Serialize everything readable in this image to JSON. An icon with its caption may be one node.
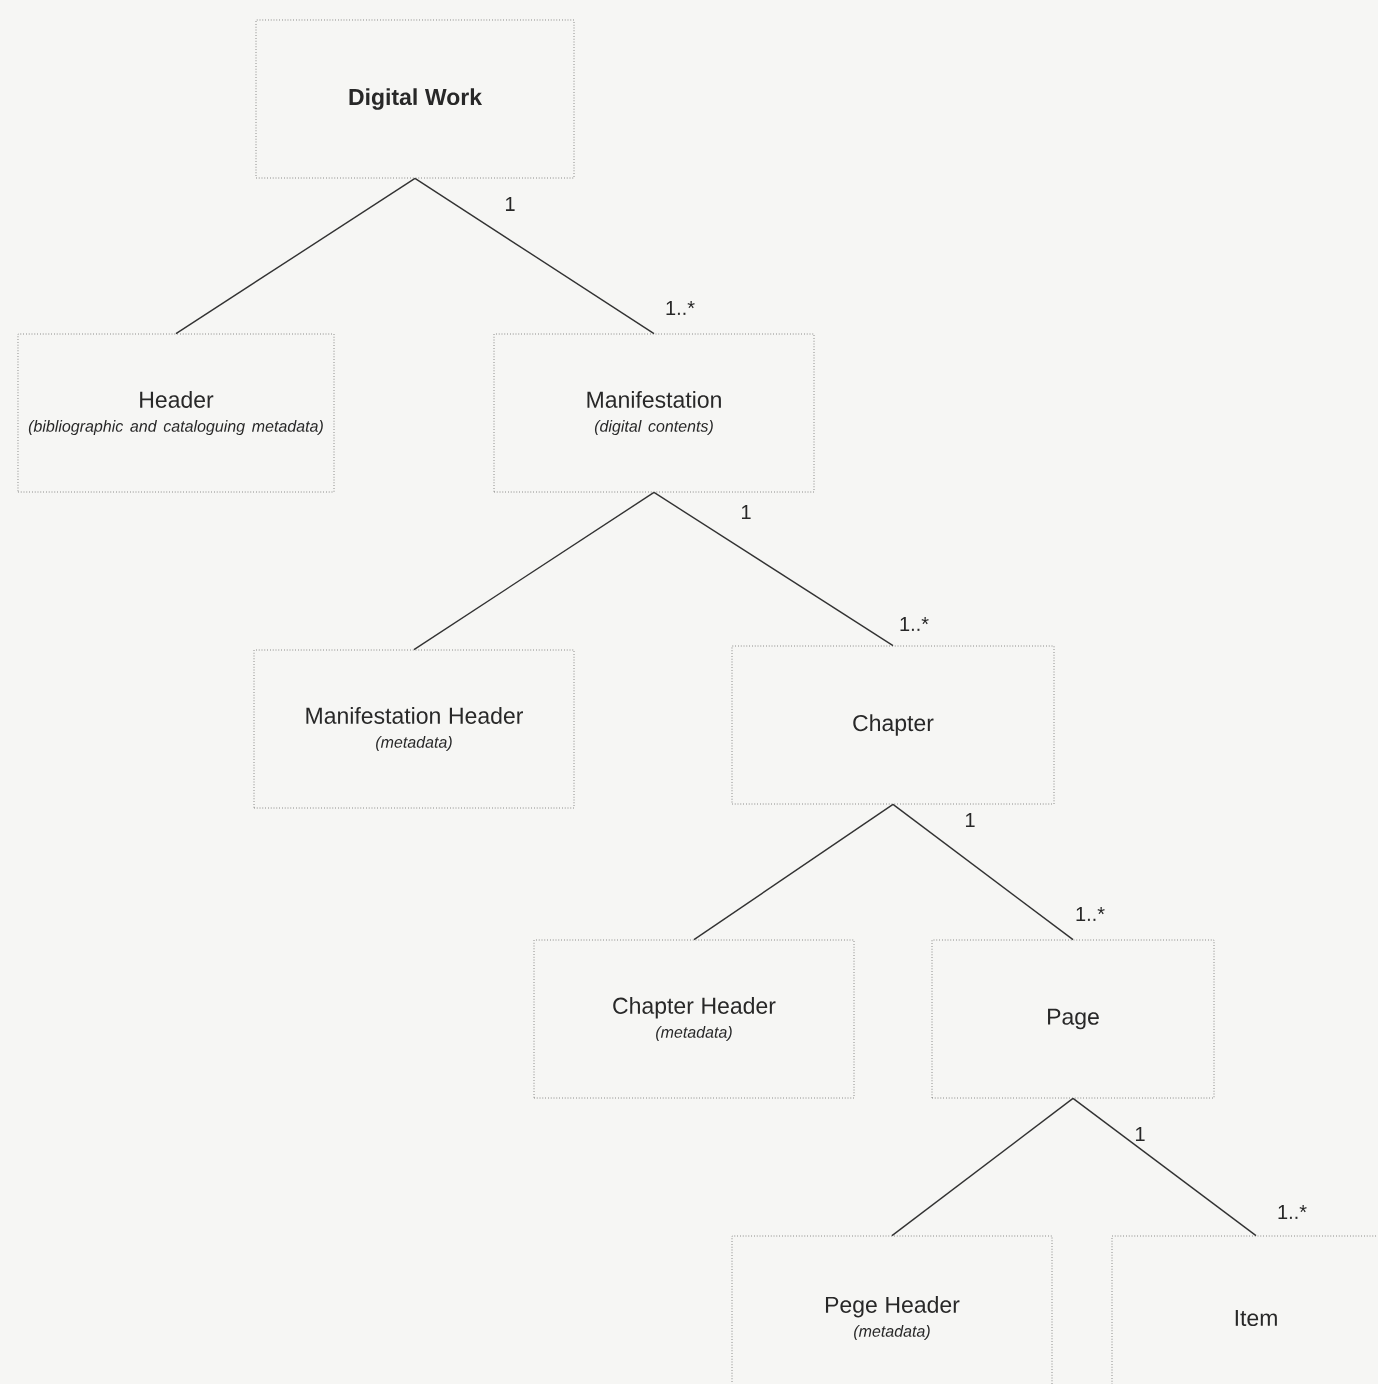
{
  "diagram": {
    "nodes": [
      {
        "text": [
          "Digital Work"
        ]
      },
      {
        "text": [
          "Header",
          "(bibliographic and cataloguing metadata)"
        ]
      },
      {
        "text": [
          "Manifestation",
          "(digital contents)"
        ]
      },
      {
        "text": [
          "Manifestation Header",
          "(metadata)"
        ]
      },
      {
        "text": [
          "Chapter"
        ]
      },
      {
        "text": [
          "Chapter Header",
          "(metadata)"
        ]
      },
      {
        "text": [
          "Page"
        ]
      },
      {
        "text": [
          "Pege Header",
          "(metadata)"
        ]
      },
      {
        "text": [
          "Item"
        ]
      }
    ],
    "edges": [
      {
        "from": 0,
        "to": 1,
        "arrow": "none"
      },
      {
        "from": 0,
        "to": 2,
        "arrow": "none"
      },
      {
        "from": 2,
        "to": 3,
        "arrow": "none"
      },
      {
        "from": 2,
        "to": 4,
        "arrow": "none"
      },
      {
        "from": 4,
        "to": 5,
        "arrow": "none"
      },
      {
        "from": 4,
        "to": 6,
        "arrow": "none"
      },
      {
        "from": 6,
        "to": 7,
        "arrow": "none"
      },
      {
        "from": 6,
        "to": 8,
        "arrow": "none"
      }
    ],
    "labels": [
      "1",
      "1..*",
      "1",
      "1..*",
      "1",
      "1..*",
      "1",
      "1..*"
    ]
  }
}
